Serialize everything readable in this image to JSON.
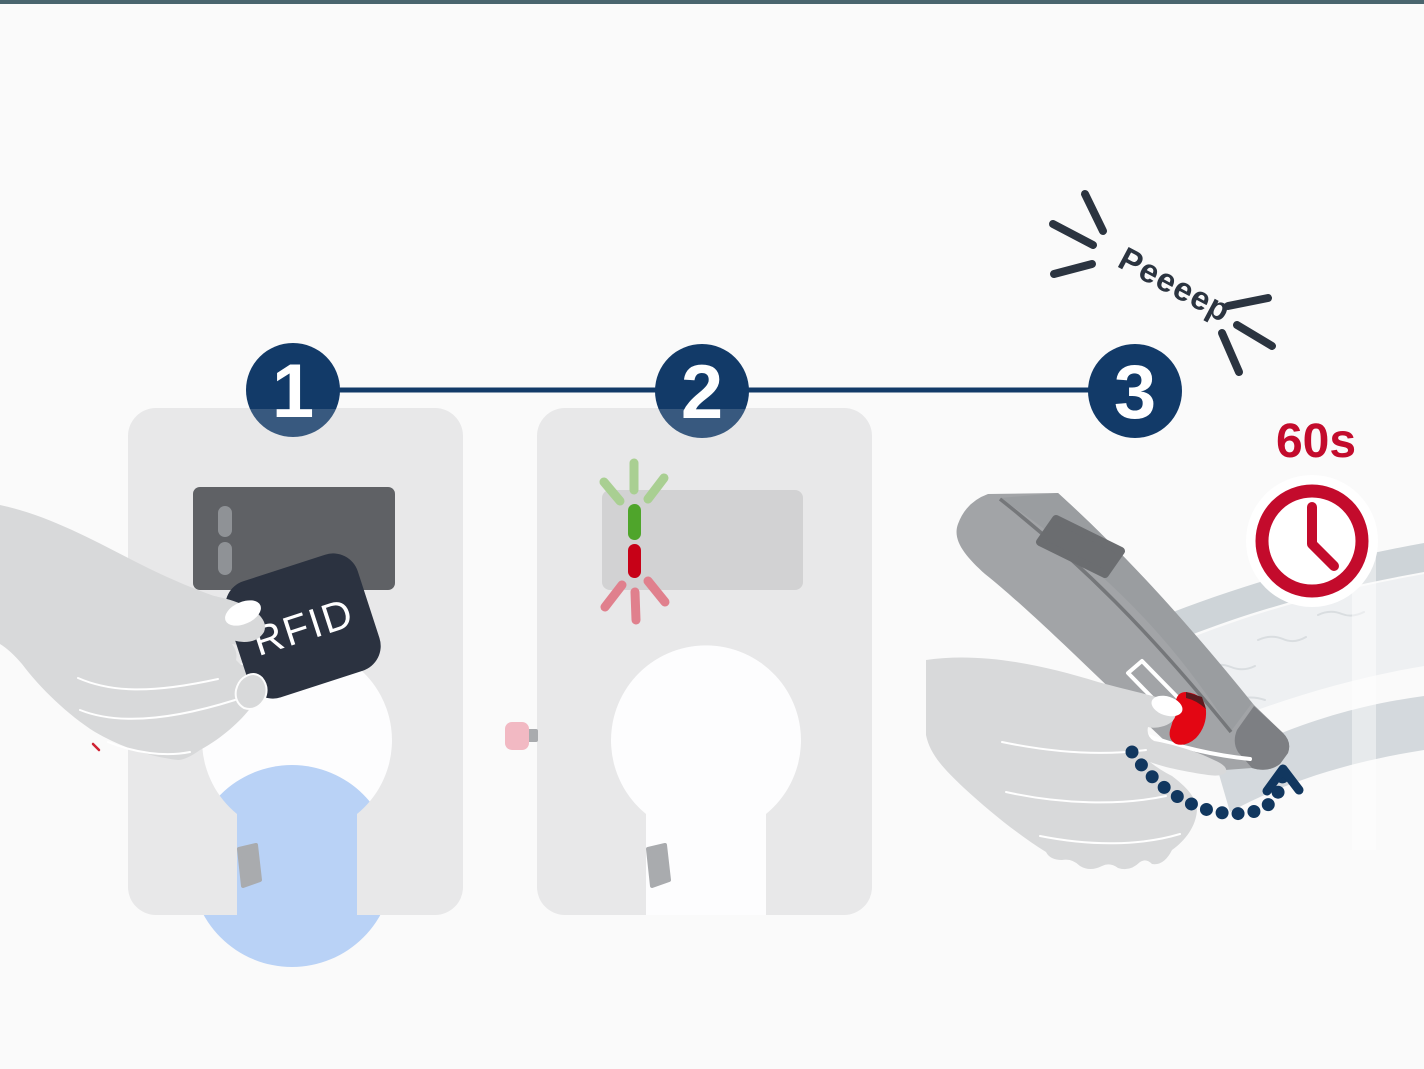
{
  "page": {
    "background": "#fafafa",
    "top_border_color": "#4a656e"
  },
  "steps": [
    {
      "label": "1"
    },
    {
      "label": "2"
    },
    {
      "label": "3"
    }
  ],
  "labels": {
    "rfid_card": "RFID",
    "beep_sound": "Peeeep",
    "timer": "60s"
  },
  "colors": {
    "navy": "#123a68",
    "crimson": "#c30b2c",
    "bright_red": "#e30613",
    "green_led": "#4fa52b",
    "green_glow": "#a9cf92",
    "red_led": "#c70117",
    "red_glow": "#e0808d",
    "accent_blue": "#b9d2f6",
    "ink": "#2b3440",
    "card_navy": "#2b3240"
  },
  "icons": [
    "wallbox-icon",
    "rfid-card-icon",
    "card-reader-icon",
    "led-status-icon",
    "hand-icon",
    "charging-plug-icon",
    "sound-burst-icon",
    "clock-icon",
    "dotted-arrow-icon"
  ]
}
